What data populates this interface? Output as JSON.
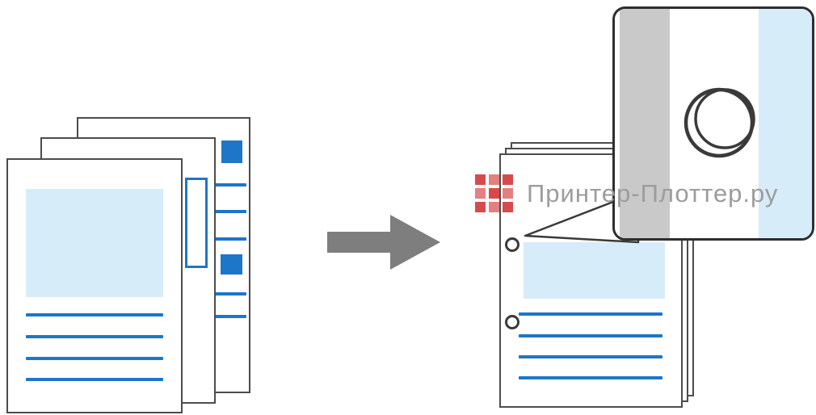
{
  "colors": {
    "accent_blue": "#1d76c8",
    "light_blue": "#d7ecf9",
    "page_border": "#4c4c4c",
    "page_bg": "#ffffff",
    "arrow_gray": "#7e7e7e",
    "ring_dark": "#3a3a3a",
    "magnifier_border": "#2e2e2e",
    "magnifier_gray_band": "#c9c9c9",
    "watermark_red": "#d84a4a",
    "watermark_red_light": "#e4807f",
    "watermark_text_color": "#9c9c9c"
  },
  "watermark": {
    "text": "Принтер-Плоттер.ру",
    "grid": {
      "rows": 3,
      "cols": 3
    }
  }
}
